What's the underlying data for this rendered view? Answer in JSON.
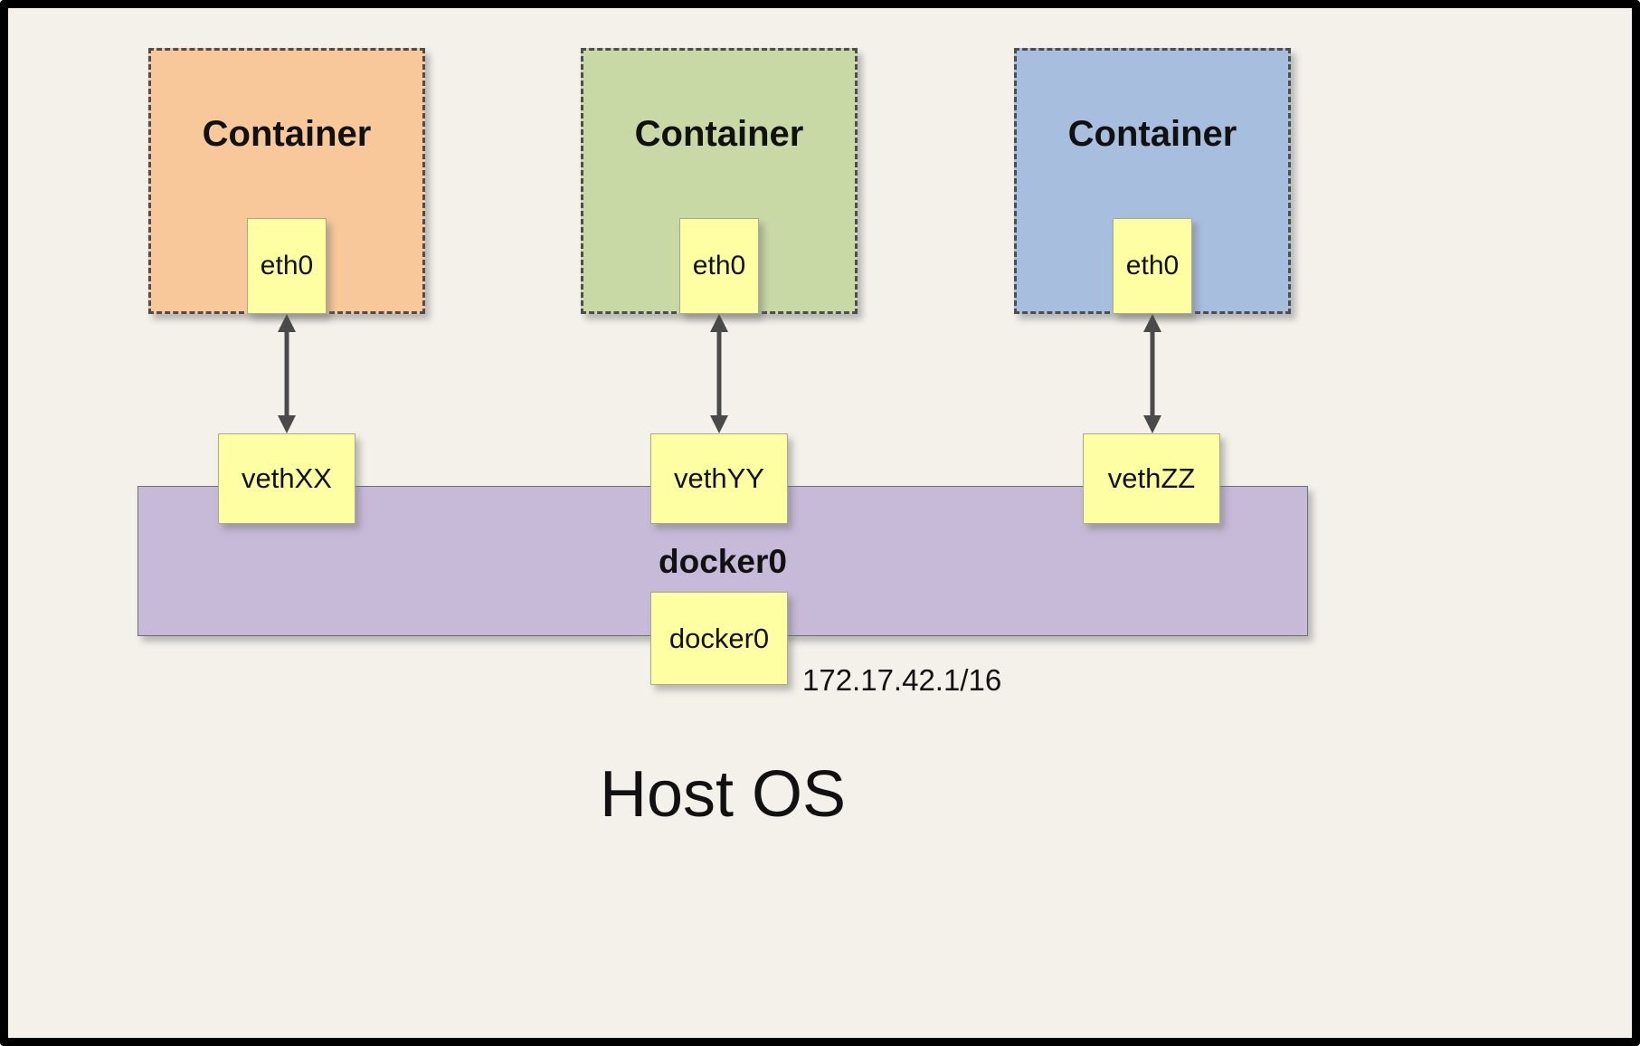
{
  "diagram": {
    "host_label": "Host OS",
    "containers": [
      {
        "label": "Container",
        "interface": "eth0",
        "veth": "vethXX",
        "color": "#f8c89b"
      },
      {
        "label": "Container",
        "interface": "eth0",
        "veth": "vethYY",
        "color": "#c9d9a6"
      },
      {
        "label": "Container",
        "interface": "eth0",
        "veth": "vethZZ",
        "color": "#a7bede"
      }
    ],
    "bridge": {
      "label": "docker0",
      "interface": "docker0",
      "ip": "172.17.42.1/16",
      "color": "#c7b9d8"
    },
    "colors": {
      "note_yellow": "#feffa2",
      "background": "#f4f1ea",
      "arrow": "#4a4a4a",
      "frame_border": "#000000"
    }
  }
}
